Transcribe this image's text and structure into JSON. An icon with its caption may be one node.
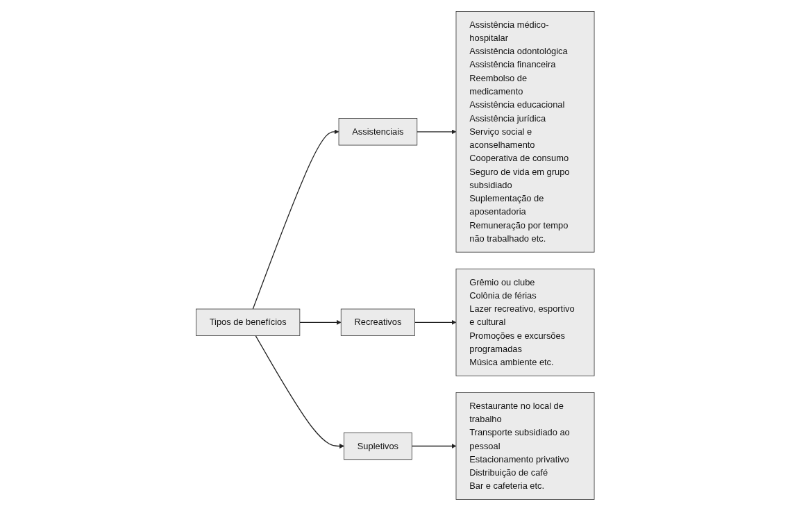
{
  "diagram": {
    "nodes": [
      {
        "text": [
          "Tipos de benefícios"
        ]
      },
      {
        "text": [
          "Assistenciais"
        ]
      },
      {
        "text": [
          "Recreativos"
        ]
      },
      {
        "text": [
          "Supletivos"
        ]
      },
      {
        "text": [
          "Assistência médico-hospitalar",
          "Assistência odontológica",
          "Assistência financeira",
          "Reembolso de medicamento",
          "Assistência educacional",
          "Assistência jurídica",
          "Serviço social e aconselhamento",
          "Cooperativa de consumo",
          "Seguro de vida em grupo subsidiado",
          "Suplementação de aposentadoria",
          "Remuneração por tempo não trabalhado etc."
        ]
      },
      {
        "text": [
          "Grêmio ou clube",
          "Colônia de férias",
          "Lazer recreativo, esportivo e cultural",
          "Promoções e excursões programadas",
          "Música ambiente etc."
        ]
      },
      {
        "text": [
          "Restaurante no local de trabalho",
          "Transporte subsidiado ao pessoal",
          "Estacionamento privativo",
          "Distribuição de café",
          "Bar e cafeteria etc."
        ]
      }
    ],
    "edges": [
      {
        "from": 0,
        "to": 1,
        "arrow": "to"
      },
      {
        "from": 0,
        "to": 2,
        "arrow": "to"
      },
      {
        "from": 0,
        "to": 3,
        "arrow": "to"
      },
      {
        "from": 1,
        "to": 4,
        "arrow": "to"
      },
      {
        "from": 2,
        "to": 5,
        "arrow": "to"
      },
      {
        "from": 3,
        "to": 6,
        "arrow": "to"
      }
    ]
  }
}
